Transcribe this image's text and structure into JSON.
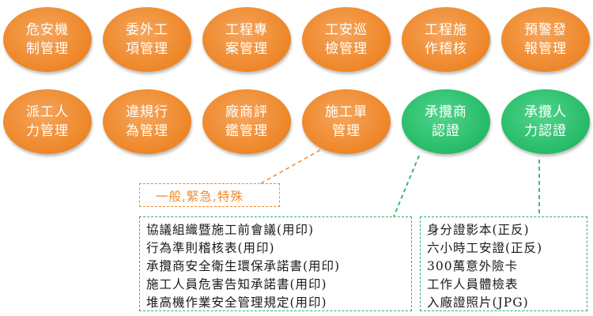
{
  "colors": {
    "orange": "#ef8a2e",
    "green": "#2bbf6c",
    "text": "#1a1a1a"
  },
  "nodes": [
    {
      "label": "危安機\n制管理",
      "color": "orange"
    },
    {
      "label": "委外工\n項管理",
      "color": "orange"
    },
    {
      "label": "工程專\n案管理",
      "color": "orange"
    },
    {
      "label": "工安巡\n檢管理",
      "color": "orange"
    },
    {
      "label": "工程施\n作稽核",
      "color": "orange"
    },
    {
      "label": "預警發\n報管理",
      "color": "orange"
    },
    {
      "label": "派工人\n力管理",
      "color": "orange"
    },
    {
      "label": "違規行\n為管理",
      "color": "orange"
    },
    {
      "label": "廠商評\n鑑管理",
      "color": "orange"
    },
    {
      "label": "施工單\n管理",
      "color": "orange"
    },
    {
      "label": "承攬商\n認證",
      "color": "green"
    },
    {
      "label": "承攬人\n力認證",
      "color": "green"
    }
  ],
  "work_order_types": "一般,緊急,特殊",
  "contractor_certification_docs": [
    "協議組織暨施工前會議(用印)",
    "行為準則稽核表(用印)",
    "承攬商安全衛生環保承諾書(用印)",
    "施工人員危害告知承諾書(用印)",
    "堆高機作業安全管理規定(用印)"
  ],
  "worker_certification_docs": [
    "身分證影本(正反)",
    "六小時工安證(正反)",
    "300萬意外險卡",
    "工作人員體檢表",
    "入廠證照片(JPG)"
  ]
}
